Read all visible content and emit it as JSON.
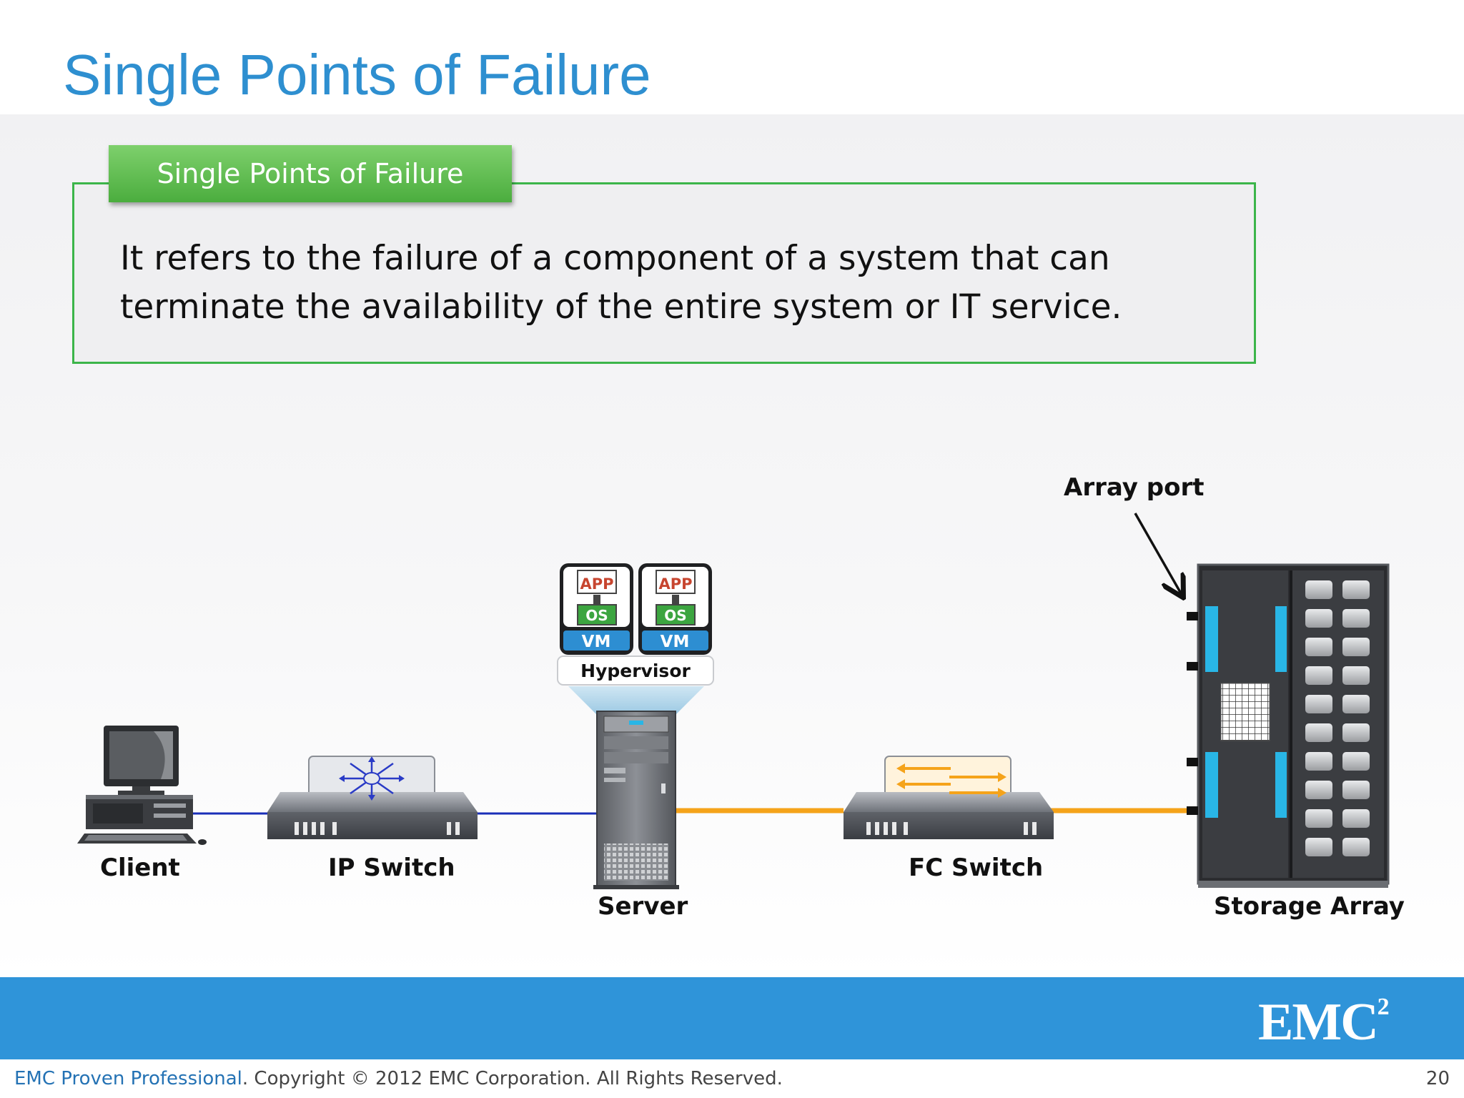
{
  "slide": {
    "title": "Single Points of Failure",
    "page_number": "20"
  },
  "definition": {
    "heading": "Single Points of Failure",
    "line1": "It refers to the failure of a component of a system that can",
    "line2": "terminate the availability of the entire system or IT service."
  },
  "diagram": {
    "labels": {
      "client": "Client",
      "ip_switch": "IP Switch",
      "server": "Server",
      "fc_switch": "FC Switch",
      "storage_array": "Storage Array",
      "array_port": "Array port",
      "hypervisor": "Hypervisor",
      "vm1": "VM",
      "vm2": "VM",
      "app1": "APP",
      "app2": "APP",
      "os1": "OS",
      "os2": "OS"
    },
    "colors": {
      "ip_link": "#1a2fb8",
      "fc_link": "#f5a31a",
      "port": "#29b6e6"
    }
  },
  "footer": {
    "brand": "EMC Proven Professional",
    "copyright": ". Copyright © 2012 EMC Corporation. All Rights Reserved.",
    "logo": "EMC",
    "logo_sup": "2"
  }
}
